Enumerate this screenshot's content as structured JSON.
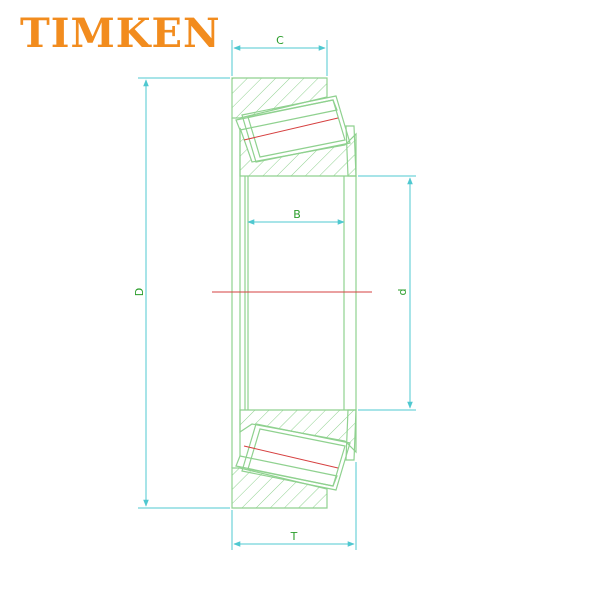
{
  "brand": {
    "logo_text": "TIMKEN",
    "color": "#f28c1e"
  },
  "dimensions": {
    "C": "C",
    "B": "B",
    "D": "D",
    "d": "d",
    "T": "T"
  },
  "colors": {
    "outline": "#8fd18f",
    "hatch": "#8fd18f",
    "dimension_lines": "#4fc8d0",
    "dimension_text": "#2a9d2a",
    "axis": "#d64040"
  }
}
